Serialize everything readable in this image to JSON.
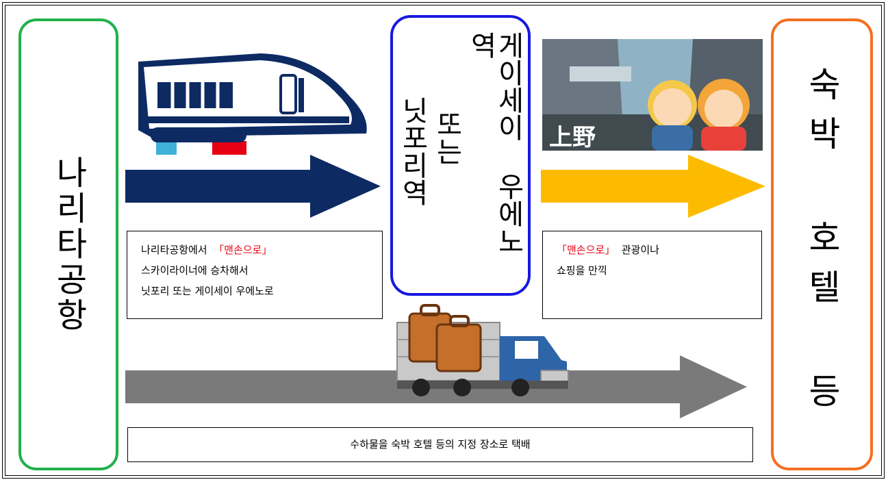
{
  "origin": {
    "label": "나리타공항",
    "color": "#22b14c"
  },
  "station": {
    "line1": "게이세이 우에노역",
    "line2": "또는",
    "line3": "닛포리역",
    "color": "#1818e0"
  },
  "destination": {
    "label": "숙박 호텔 등",
    "color": "#f37021"
  },
  "photo_sign": "上野",
  "notes": {
    "train": {
      "line1_prefix": "나리타공항에서",
      "line1_highlight": "「맨손으로」",
      "line2": "스카이라이너에 승차해서",
      "line3": "닛포리 또는 게이세이 우에노로"
    },
    "sightseeing": {
      "line1_highlight": "「맨손으로」",
      "line1_suffix": "관광이나",
      "line2": "쇼핑을 만끽"
    },
    "delivery": {
      "text": "수하물을 숙박 호텔 등의 지정 장소로 택배"
    }
  },
  "arrows": {
    "train_color": "#0d2a63",
    "sightseeing_color": "#fdbb00",
    "delivery_color": "#7a7a7a"
  },
  "highlight_color": "#e60012"
}
